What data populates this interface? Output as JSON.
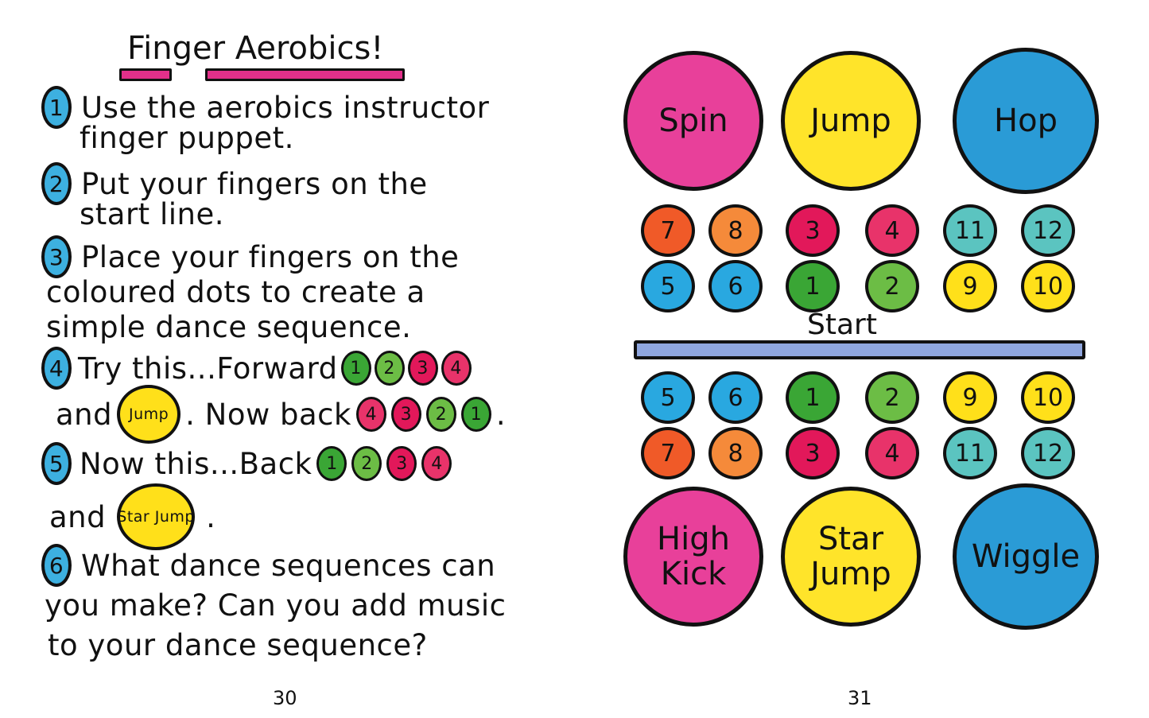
{
  "left_page": {
    "title": "Finger Aerobics!",
    "steps": [
      {
        "number": "1",
        "lines": [
          "Use the aerobics instructor",
          "finger puppet."
        ]
      },
      {
        "number": "2",
        "lines": [
          "Put your fingers on the",
          "start line."
        ]
      },
      {
        "number": "3",
        "lines": [
          "Place your fingers on the",
          "coloured dots to create a",
          "simple dance sequence."
        ]
      },
      {
        "number": "4",
        "text_a": "Try this...Forward",
        "dots_a": [
          "1",
          "2",
          "3",
          "4"
        ],
        "text_b": "and",
        "move": "Jump",
        "text_c": ". Now back",
        "dots_b": [
          "4",
          "3",
          "2",
          "1"
        ],
        "end": "."
      },
      {
        "number": "5",
        "text_a": "Now this...Back",
        "dots_a": [
          "1",
          "2",
          "3",
          "4"
        ],
        "text_b": "and",
        "move": "Star Jump",
        "end": "."
      },
      {
        "number": "6",
        "lines": [
          "What dance sequences can",
          "you make? Can you add music",
          "to your dance sequence?"
        ]
      }
    ],
    "page_number": "30"
  },
  "right_page": {
    "top_moves": [
      {
        "label": "Spin",
        "color": "#e8409a"
      },
      {
        "label": "Jump",
        "color": "#ffe42a"
      },
      {
        "label": "Hop",
        "color": "#2a9bd6"
      }
    ],
    "dot_rows_above": [
      [
        "7",
        "8",
        "3",
        "4",
        "11",
        "12"
      ],
      [
        "5",
        "6",
        "1",
        "2",
        "9",
        "10"
      ]
    ],
    "start_label": "Start",
    "dot_rows_below": [
      [
        "5",
        "6",
        "1",
        "2",
        "9",
        "10"
      ],
      [
        "7",
        "8",
        "3",
        "4",
        "11",
        "12"
      ]
    ],
    "bottom_moves": [
      {
        "label": "High Kick",
        "color": "#e8409a"
      },
      {
        "label": "Star Jump",
        "color": "#ffe42a"
      },
      {
        "label": "Wiggle",
        "color": "#2a9bd6"
      }
    ],
    "dot_colors": {
      "1": "#3aa635",
      "2": "#6cbd45",
      "3": "#e2185a",
      "4": "#e8336a",
      "5": "#29a8e0",
      "6": "#29a8e0",
      "7": "#f05a28",
      "8": "#f58a3a",
      "9": "#ffe01a",
      "10": "#ffe01a",
      "11": "#5bc4c0",
      "12": "#5bc4c0"
    },
    "page_number": "31"
  }
}
